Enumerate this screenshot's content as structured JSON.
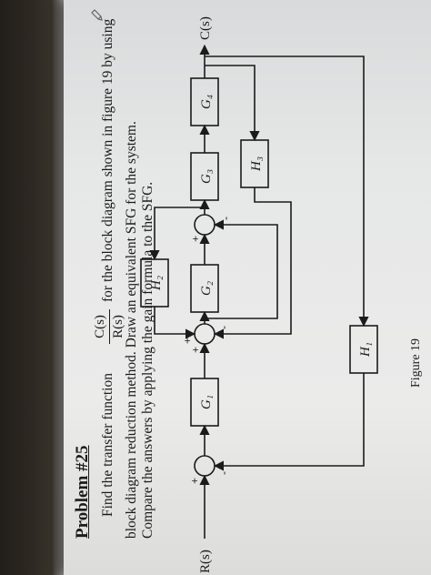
{
  "problem": {
    "title": "Problem #25",
    "line1_before": "Find the transfer function",
    "fraction_num": "C(s)",
    "fraction_den": "R(s)",
    "line1_after": "for the block diagram shown in figure 19 by using",
    "line2": "block diagram reduction method. Draw an equivalent SFG for the system.",
    "line3": "Compare the answers by applying the gain formula to the SFG."
  },
  "diagram": {
    "input_label": "R(s)",
    "output_label": "C(s)",
    "blocks": {
      "g1": "G₁",
      "g2": "G₂",
      "g3": "G₃",
      "g4": "G₄",
      "h1": "H₁",
      "h2": "H₂",
      "h3": "H₃"
    },
    "signs": {
      "sj1_plus": "+",
      "sj1_minus": "-",
      "sj2_plus_top": "+",
      "sj2_plus_left": "+",
      "sj2_minus": "-",
      "sj3_plus": "+",
      "sj3_minus": "-"
    }
  },
  "figure_caption": "Figure 19",
  "pencil_icon": "pencil-icon"
}
